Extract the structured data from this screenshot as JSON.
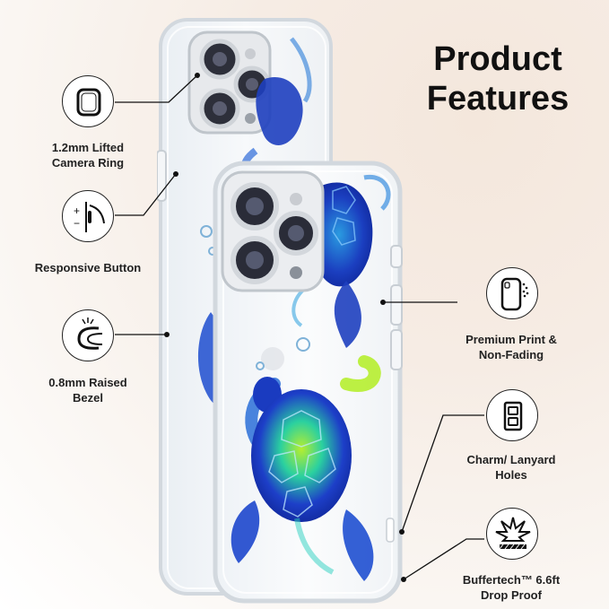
{
  "title": "Product Features",
  "features": {
    "camera_ring": "1.2mm Lifted Camera Ring",
    "responsive_button": "Responsive Button",
    "raised_bezel": "0.8mm Raised Bezel",
    "premium_print": "Premium Print & Non-Fading",
    "lanyard_holes": "Charm/ Lanyard Holes",
    "drop_proof": "Buffertech™ 6.6ft Drop Proof"
  },
  "colors": {
    "accent_blue": "#1f3fbf",
    "turtle_green": "#b8f03a",
    "text": "#222222"
  },
  "icons": [
    "camera-ring-icon",
    "button-icon",
    "bezel-icon",
    "print-icon",
    "lanyard-icon",
    "drop-icon"
  ]
}
